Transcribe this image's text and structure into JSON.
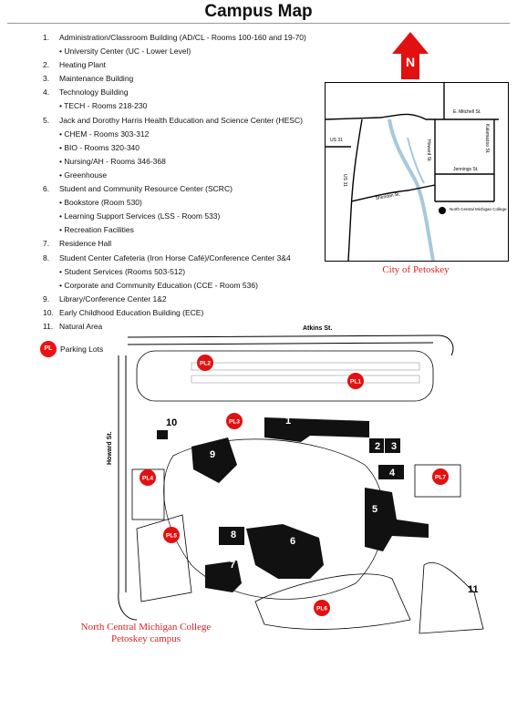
{
  "title": "Campus Map",
  "legend": [
    {
      "num": "1.",
      "label": "Administration/Classroom Building (AD/CL - Rooms 100-160 and 19-70)",
      "subs": [
        "• University Center (UC - Lower Level)"
      ]
    },
    {
      "num": "2.",
      "label": "Heating Plant",
      "subs": []
    },
    {
      "num": "3.",
      "label": "Maintenance Building",
      "subs": []
    },
    {
      "num": "4.",
      "label": "Technology Building",
      "subs": [
        "• TECH - Rooms 218-230"
      ]
    },
    {
      "num": "5.",
      "label": "Jack and Dorothy Harris Health Education and Science Center (HESC)",
      "subs": [
        "• CHEM - Rooms 303-312",
        "• BIO - Rooms 320-340",
        "• Nursing/AH - Rooms 346-368",
        "• Greenhouse"
      ]
    },
    {
      "num": "6.",
      "label": "Student and Community Resource Center (SCRC)",
      "subs": [
        "• Bookstore (Room 530)",
        "• Learning Support Services (LSS - Room 533)",
        "• Recreation Facilities"
      ]
    },
    {
      "num": "7.",
      "label": "Residence Hall",
      "subs": []
    },
    {
      "num": "8.",
      "label": "Student Center Cafeteria (Iron Horse Café)/Conference Center 3&4",
      "subs": [
        "• Student Services (Rooms 503-512)",
        "• Corporate and Community Education (CCE - Room 536)"
      ]
    },
    {
      "num": "9.",
      "label": "Library/Conference Center 1&2",
      "subs": []
    },
    {
      "num": "10.",
      "label": "Early Childhood Education Building (ECE)",
      "subs": []
    },
    {
      "num": "11.",
      "label": "Natural Area",
      "subs": []
    }
  ],
  "parking_key": {
    "badge": "PL",
    "label": "Parking Lots"
  },
  "north": {
    "letter": "N"
  },
  "inset": {
    "caption": "City of Petoskey",
    "roads": [
      "E. Mitchell St.",
      "US 31",
      "Howard St.",
      "Kalamazoo St.",
      "Jennings St.",
      "US 31",
      "Sheridan St."
    ],
    "college": "North Central Michigan College"
  },
  "campus": {
    "caption_line1": "North Central Michigan College",
    "caption_line2": "Petoskey campus",
    "streets": {
      "atkins": "Atkins St.",
      "howard": "Howard St."
    },
    "buildings": [
      "1",
      "2",
      "3",
      "4",
      "5",
      "6",
      "7",
      "8",
      "9",
      "10",
      "11"
    ],
    "parking": [
      "PL1",
      "PL2",
      "PL3",
      "PL4",
      "PL5",
      "PL6",
      "PL7"
    ]
  },
  "colors": {
    "parking": "#e11111",
    "water": "#a8c8dc",
    "caption": "#dd2222"
  }
}
